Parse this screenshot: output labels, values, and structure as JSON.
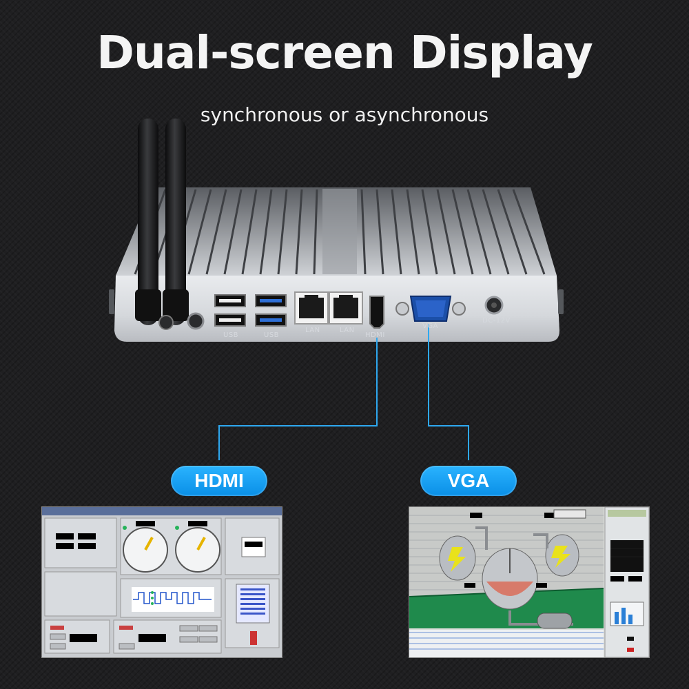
{
  "title": "Dual-screen Display",
  "subtitle": "synchronous or asynchronous",
  "ports": {
    "usb_1": "USB",
    "usb_2": "USB",
    "lan_1": "LAN",
    "lan_2": "LAN",
    "hdmi": "HDMI",
    "vga": "VGA",
    "dc": "DC-12V"
  },
  "labels": {
    "hdmi_pill": "HDMI",
    "vga_pill": "VGA"
  },
  "colors": {
    "accent": "#1aa3f5",
    "connector_line": "#2ea8f0",
    "background": "#1f1f21"
  }
}
